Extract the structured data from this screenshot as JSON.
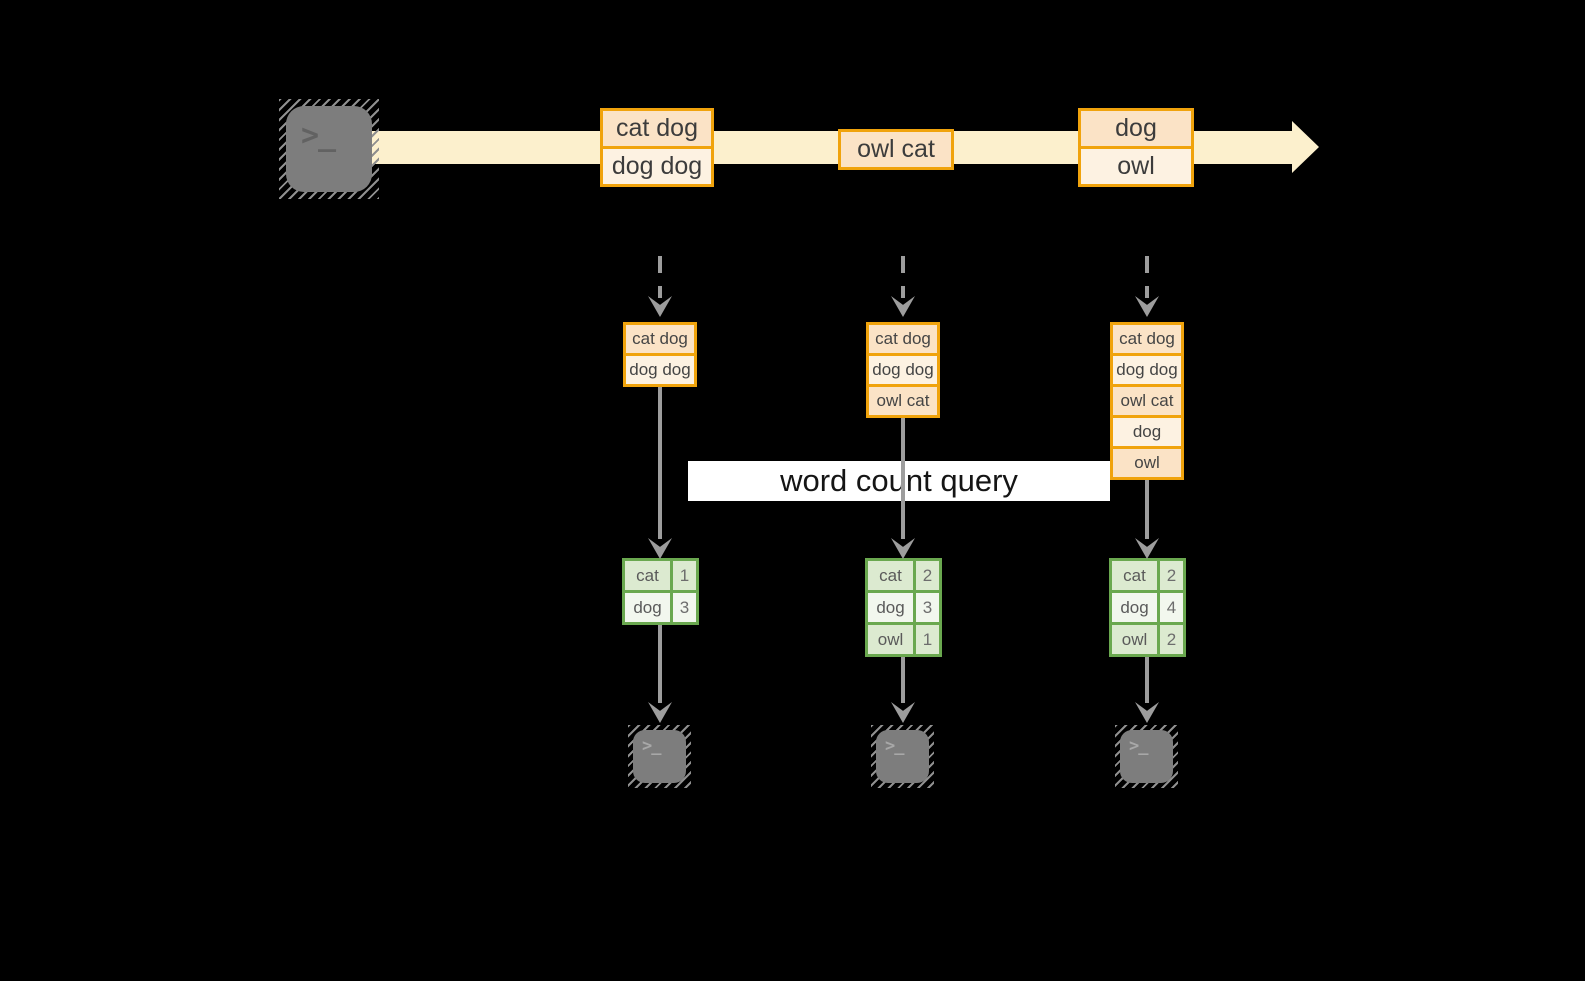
{
  "glyphs": {
    "terminal_prompt": ">_"
  },
  "query_label": "word count query",
  "timeline_batches": [
    {
      "rows": [
        "cat dog",
        "dog dog"
      ]
    },
    {
      "rows": [
        "owl cat"
      ]
    },
    {
      "rows": [
        "dog",
        "owl"
      ]
    }
  ],
  "columns": [
    {
      "batch_rows": [
        "cat dog",
        "dog dog"
      ],
      "counts": [
        {
          "word": "cat",
          "value": "1"
        },
        {
          "word": "dog",
          "value": "3"
        }
      ]
    },
    {
      "batch_rows": [
        "cat dog",
        "dog dog",
        "owl cat"
      ],
      "counts": [
        {
          "word": "cat",
          "value": "2"
        },
        {
          "word": "dog",
          "value": "3"
        },
        {
          "word": "owl",
          "value": "1"
        }
      ]
    },
    {
      "batch_rows": [
        "cat dog",
        "dog dog",
        "owl cat",
        "dog",
        "owl"
      ],
      "counts": [
        {
          "word": "cat",
          "value": "2"
        },
        {
          "word": "dog",
          "value": "4"
        },
        {
          "word": "owl",
          "value": "2"
        }
      ]
    }
  ],
  "colors": {
    "background": "#000000",
    "timeline_fill": "#fcf0cd",
    "batch_stroke": "#f0a30c",
    "batch_fill_dark": "#fbe3c6",
    "batch_fill_light": "#fdf2e2",
    "table_stroke": "#6aa84f",
    "table_fill_dark": "#dcead0",
    "table_fill_light": "#f2f7ee",
    "arrow_gray": "#9d9d9d",
    "terminal_gray": "#7d7d7d",
    "query_label_bg": "#ffffff"
  }
}
